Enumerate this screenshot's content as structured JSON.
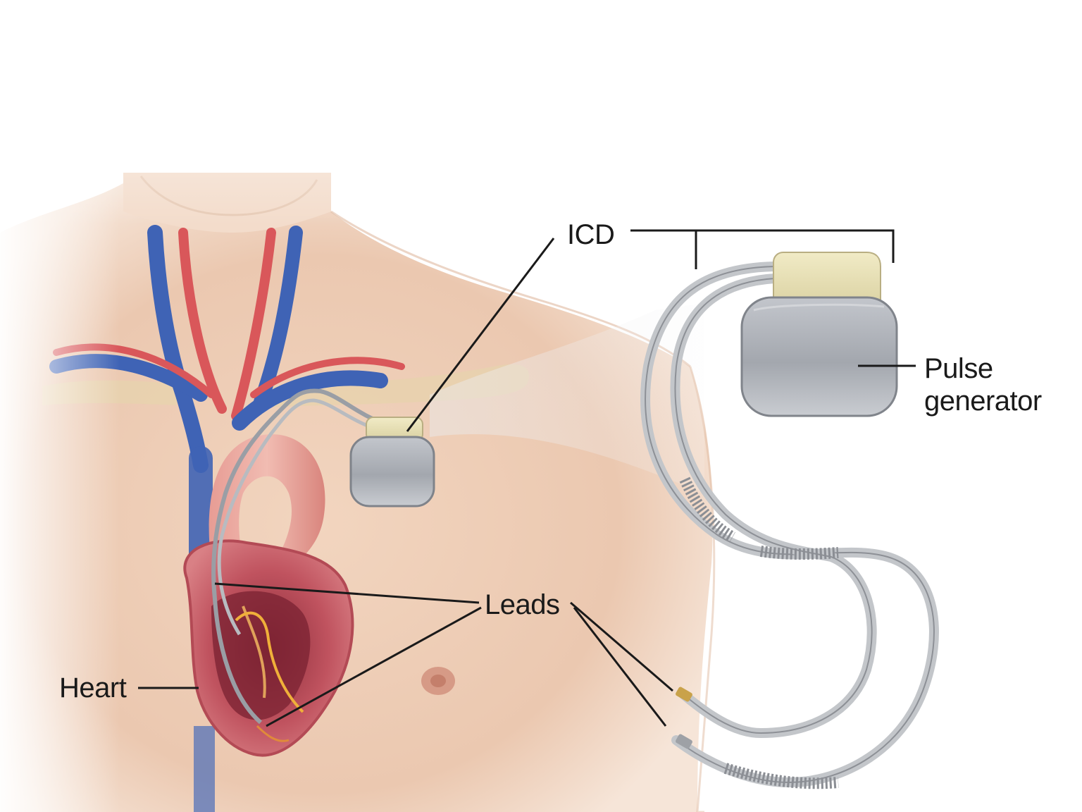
{
  "labels": {
    "icd": "ICD",
    "pulse_line1": "Pulse",
    "pulse_line2": "generator",
    "leads": "Leads",
    "heart": "Heart"
  },
  "colors": {
    "background": "#ffffff",
    "skin": "#f0d2bc",
    "artery": "#d9575a",
    "vein": "#3f63b5",
    "device_body": "#a7aab1",
    "device_header": "#e8e1b4",
    "lead_wire": "#b3b6bb",
    "heart_muscle": "#c9606a",
    "text": "#1a1a1a"
  }
}
